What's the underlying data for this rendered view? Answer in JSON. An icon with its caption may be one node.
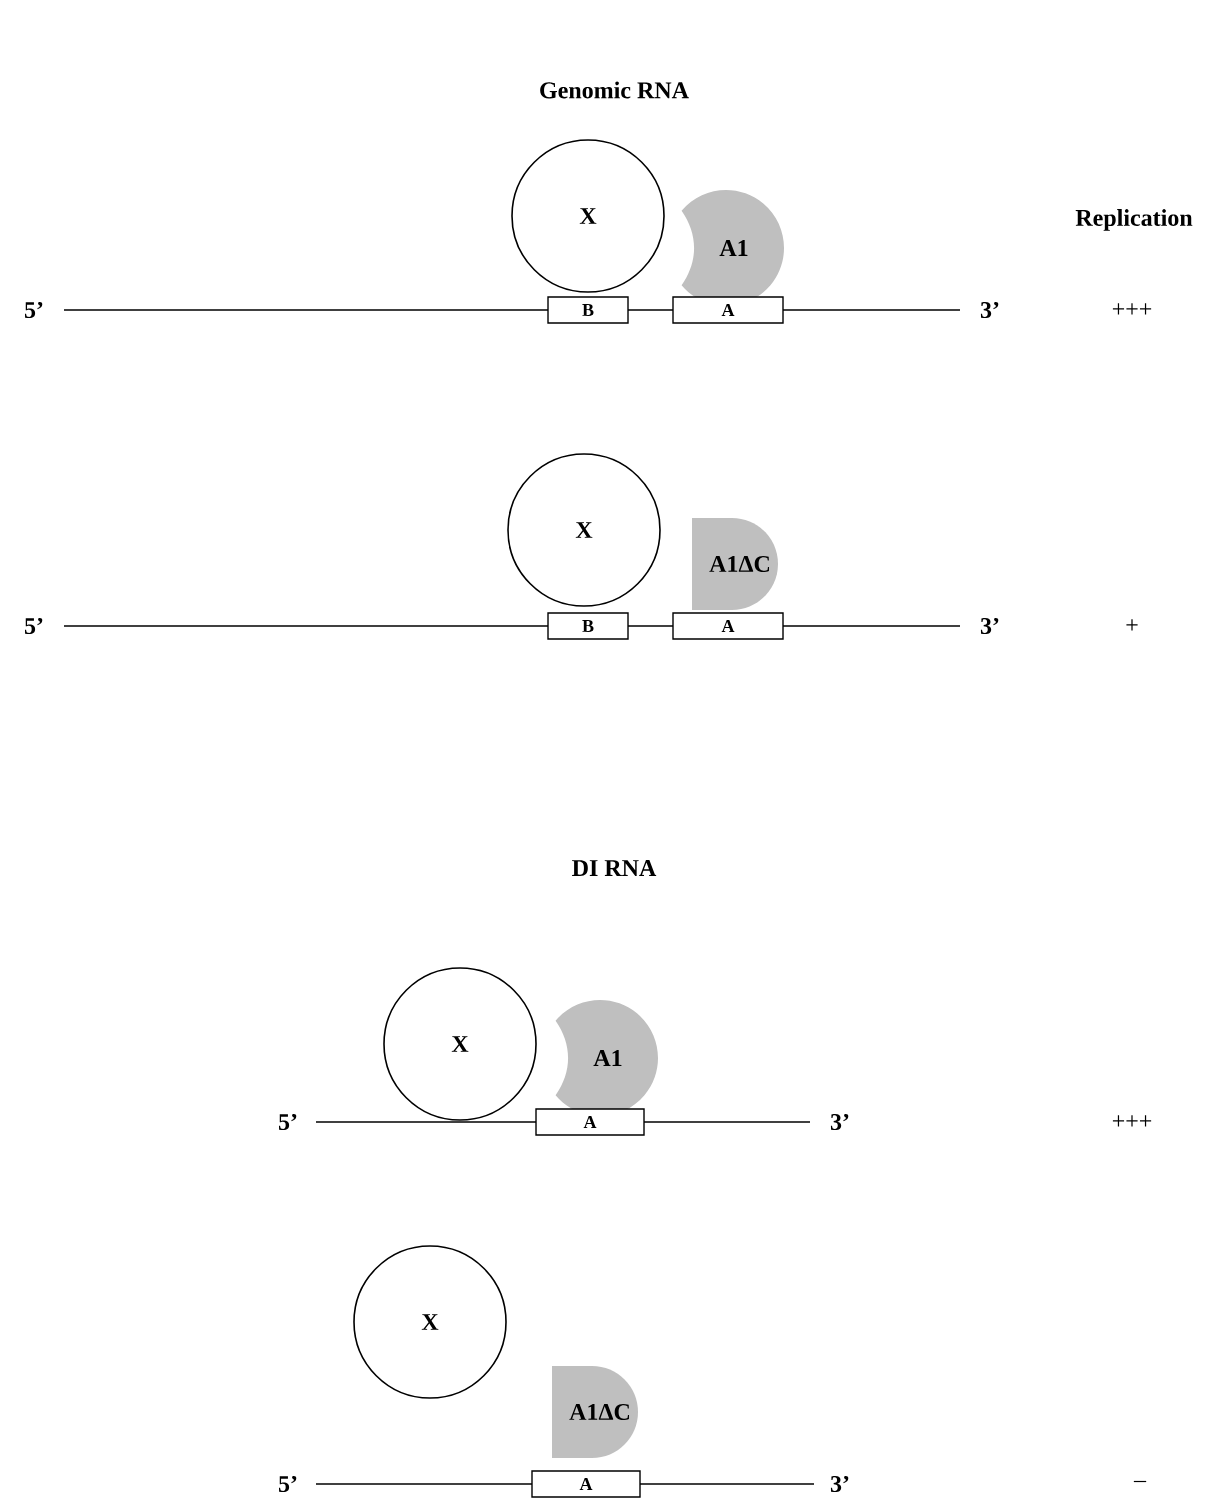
{
  "diagram": {
    "nodes": [
      {
        "text": [
          "X"
        ]
      },
      {
        "text": [
          "A1"
        ]
      },
      {
        "text": [
          "B"
        ]
      },
      {
        "text": [
          "A"
        ]
      },
      {
        "text": [
          "X"
        ]
      },
      {
        "text": [
          "A1ΔC"
        ]
      },
      {
        "text": [
          "B"
        ]
      },
      {
        "text": [
          "A"
        ]
      },
      {
        "text": [
          "X"
        ]
      },
      {
        "text": [
          "A1"
        ]
      },
      {
        "text": [
          "A"
        ]
      },
      {
        "text": [
          "X"
        ]
      },
      {
        "text": [
          "A1ΔC"
        ]
      },
      {
        "text": [
          "A"
        ]
      }
    ],
    "labels": [
      "Genomic RNA",
      "Replication",
      "5’",
      "3’",
      "+++",
      "5’",
      "3’",
      "+",
      "DI RNA",
      "5’",
      "3’",
      "+++",
      "5’",
      "3’",
      "–"
    ]
  }
}
